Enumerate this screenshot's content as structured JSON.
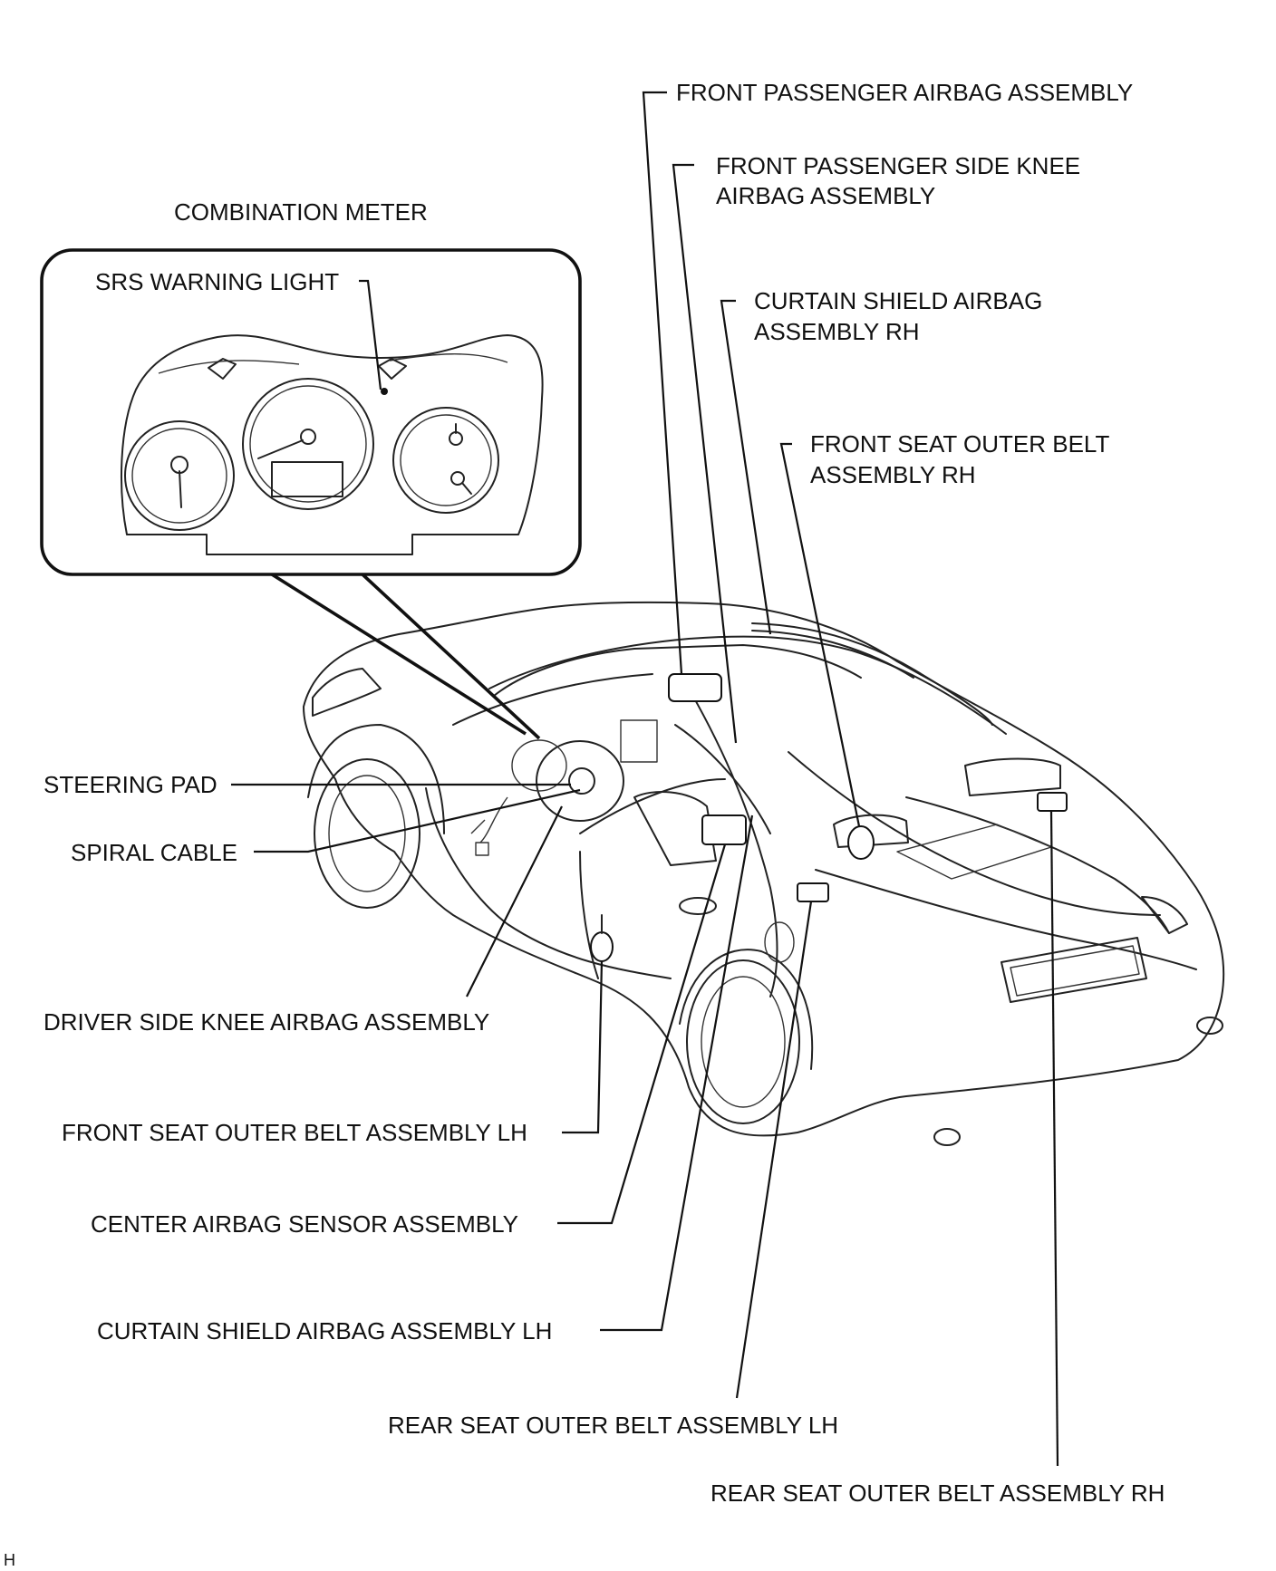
{
  "labels": {
    "combination_meter": "COMBINATION METER",
    "srs_warning_light": "SRS WARNING LIGHT",
    "front_passenger_airbag": "FRONT PASSENGER AIRBAG ASSEMBLY",
    "front_passenger_knee_line1": "FRONT PASSENGER SIDE KNEE",
    "front_passenger_knee_line2": "AIRBAG ASSEMBLY",
    "curtain_rh_line1": "CURTAIN SHIELD AIRBAG",
    "curtain_rh_line2": "ASSEMBLY RH",
    "front_seat_belt_rh_line1": "FRONT SEAT OUTER BELT",
    "front_seat_belt_rh_line2": "ASSEMBLY RH",
    "steering_pad": "STEERING PAD",
    "spiral_cable": "SPIRAL CABLE",
    "driver_knee_airbag": "DRIVER SIDE KNEE AIRBAG ASSEMBLY",
    "front_seat_belt_lh": "FRONT SEAT OUTER BELT ASSEMBLY LH",
    "center_airbag_sensor": "CENTER AIRBAG SENSOR ASSEMBLY",
    "curtain_lh": "CURTAIN SHIELD AIRBAG ASSEMBLY LH",
    "rear_seat_belt_lh": "REAR SEAT OUTER BELT ASSEMBLY LH",
    "rear_seat_belt_rh": "REAR SEAT OUTER BELT ASSEMBLY RH",
    "corner_mark": "H"
  }
}
